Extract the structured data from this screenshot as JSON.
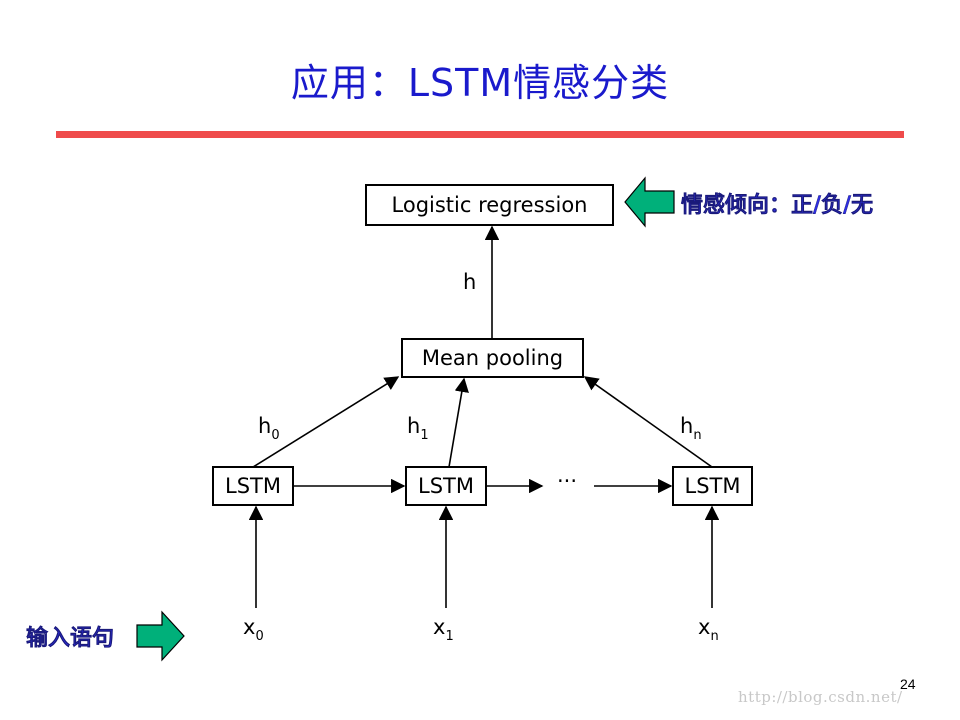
{
  "title": "应用：LSTM情感分类",
  "nodes": {
    "logistic": "Logistic regression",
    "mean_pooling": "Mean pooling",
    "lstm_0": "LSTM",
    "lstm_1": "LSTM",
    "lstm_n": "LSTM",
    "ellipsis": "···"
  },
  "labels": {
    "h": "h",
    "h0": {
      "base": "h",
      "sub": "0"
    },
    "h1": {
      "base": "h",
      "sub": "1"
    },
    "hn": {
      "base": "h",
      "sub": "n"
    },
    "x0": {
      "base": "x",
      "sub": "0"
    },
    "x1": {
      "base": "x",
      "sub": "1"
    },
    "xn": {
      "base": "x",
      "sub": "n"
    }
  },
  "callouts": {
    "output": "情感倾向：正/负/无",
    "input": "输入语句"
  },
  "colors": {
    "title": "#1a1acc",
    "rule": "#ef4b4b",
    "callout_text": "#2e2ee0",
    "callout_arrow": "#00b07a"
  },
  "page_number": "24",
  "watermark": "http://blog.csdn.net/"
}
